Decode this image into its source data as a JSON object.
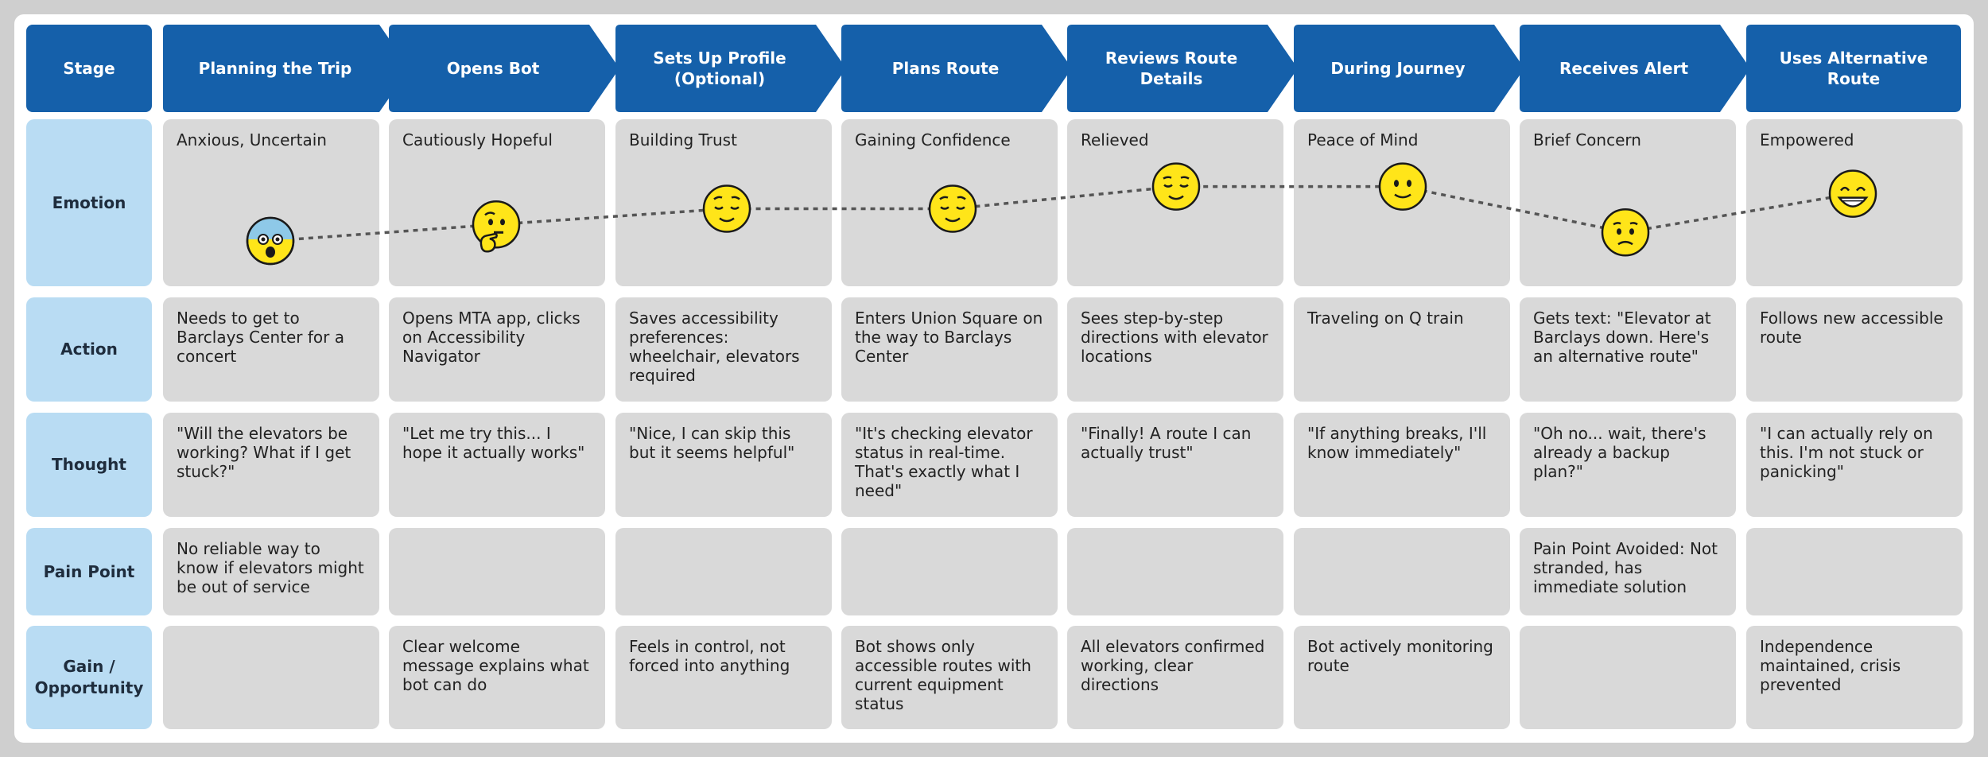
{
  "row_labels": {
    "stage": "Stage",
    "emotion": "Emotion",
    "action": "Action",
    "thought": "Thought",
    "pain_point": "Pain Point",
    "gain": "Gain /\nOpportunity"
  },
  "colors": {
    "stage_blue": "#1560aa",
    "label_blue": "#b9dcf3",
    "cell_gray": "#d9d9d9",
    "emoji_yellow": "#ffe519",
    "emoji_fear_blue": "#8ec9e8",
    "curve": "#555555"
  },
  "stages": [
    {
      "title": "Planning the Trip",
      "emotion": "Anxious, Uncertain",
      "emotion_icon": "anxious-face-icon",
      "action": "Needs to get to Barclays Center for a concert",
      "thought": "\"Will the elevators be working? What if I get stuck?\"",
      "pain_point": "No reliable way to know if elevators might be out of service",
      "gain": ""
    },
    {
      "title": "Opens Bot",
      "emotion": "Cautiously Hopeful",
      "emotion_icon": "thinking-face-icon",
      "action": "Opens MTA app, clicks on Accessibility Navigator",
      "thought": "\"Let me try this... I hope it actually works\"",
      "pain_point": "",
      "gain": "Clear welcome message explains what bot can do"
    },
    {
      "title": "Sets Up Profile\n(Optional)",
      "emotion": "Building Trust",
      "emotion_icon": "content-face-icon",
      "action": "Saves accessibility preferences: wheelchair, elevators required",
      "thought": "\"Nice, I can skip this but it seems helpful\"",
      "pain_point": "",
      "gain": "Feels in control, not forced into anything"
    },
    {
      "title": "Plans Route",
      "emotion": "Gaining Confidence",
      "emotion_icon": "content-face-icon",
      "action": "Enters Union Square on the way to Barclays Center",
      "thought": "\"It's checking elevator status in real-time. That's exactly what I need\"",
      "pain_point": "",
      "gain": "Bot shows only accessible routes with current equipment status"
    },
    {
      "title": "Reviews Route\nDetails",
      "emotion": "Relieved",
      "emotion_icon": "relieved-face-icon",
      "action": "Sees step-by-step directions with elevator locations",
      "thought": "\"Finally! A route I can actually trust\"",
      "pain_point": "",
      "gain": "All elevators confirmed working, clear directions"
    },
    {
      "title": "During Journey",
      "emotion": "Peace of Mind",
      "emotion_icon": "slight-smile-face-icon",
      "action": "Traveling on Q train",
      "thought": "\"If anything breaks, I'll know immediately\"",
      "pain_point": "",
      "gain": "Bot actively monitoring route"
    },
    {
      "title": "Receives Alert",
      "emotion": "Brief Concern",
      "emotion_icon": "confused-face-icon",
      "action": "Gets text: \"Elevator at Barclays down. Here's an alternative route\"",
      "thought": "\"Oh no... wait, there's already a backup plan?\"",
      "pain_point": "Pain Point Avoided: Not stranded, has immediate solution",
      "gain": ""
    },
    {
      "title": "Uses Alternative\nRoute",
      "emotion": "Empowered",
      "emotion_icon": "grinning-face-icon",
      "action": "Follows new accessible route",
      "thought": "\"I can actually rely on this. I'm not stuck or panicking\"",
      "pain_point": "",
      "gain": "Independence maintained, crisis prevented"
    }
  ]
}
